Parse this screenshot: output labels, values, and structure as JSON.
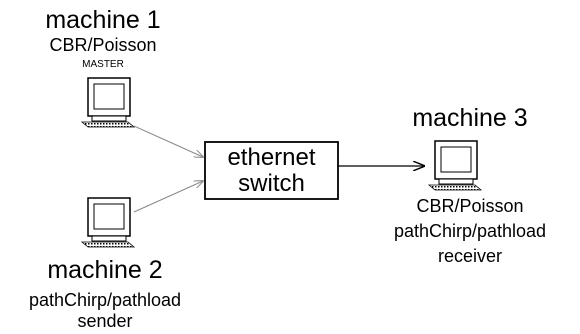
{
  "machines": [
    {
      "title": "machine 1",
      "lines": [
        "CBR/Poisson",
        "MASTER"
      ]
    },
    {
      "title": "machine 2",
      "lines": [
        "pathChirp/pathload",
        "sender"
      ]
    },
    {
      "title": "machine 3",
      "lines": [
        "CBR/Poisson",
        "pathChirp/pathload",
        "receiver"
      ]
    }
  ],
  "switch": {
    "line1": "ethernet",
    "line2": "switch"
  },
  "icons": [
    "computer-icon",
    "computer-icon",
    "computer-icon"
  ]
}
